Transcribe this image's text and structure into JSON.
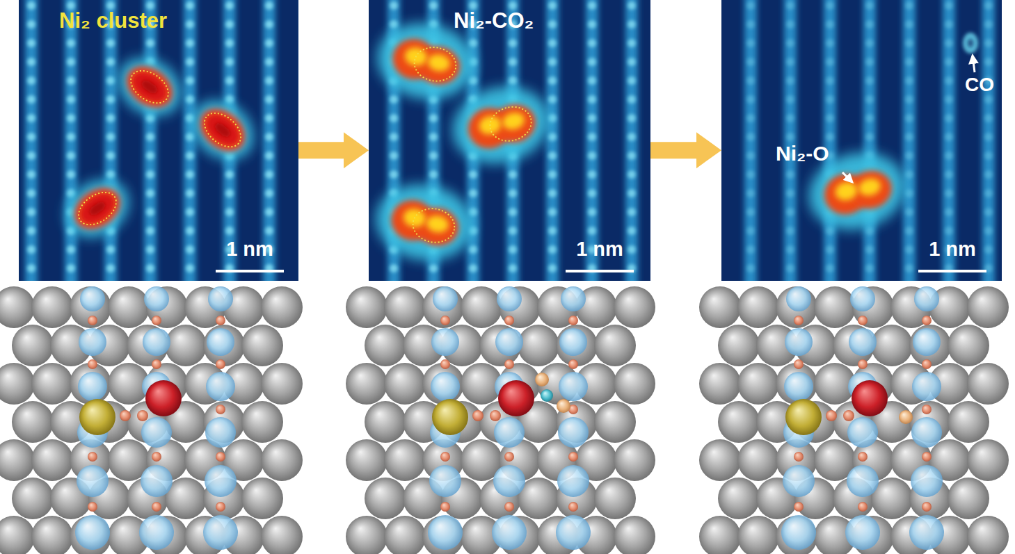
{
  "diagram": {
    "nodes": [
      {
        "text": [
          "Ni₂ cluster",
          "1 nm"
        ]
      },
      {
        "text": [
          "Ni₂-CO₂",
          "1 nm"
        ]
      },
      {
        "text": [
          "Ni₂-O",
          "CO",
          "1 nm"
        ]
      }
    ],
    "edges": [
      {
        "from": 0,
        "to": 1,
        "arrow": "to"
      },
      {
        "from": 1,
        "to": 2,
        "arrow": "to"
      }
    ]
  }
}
